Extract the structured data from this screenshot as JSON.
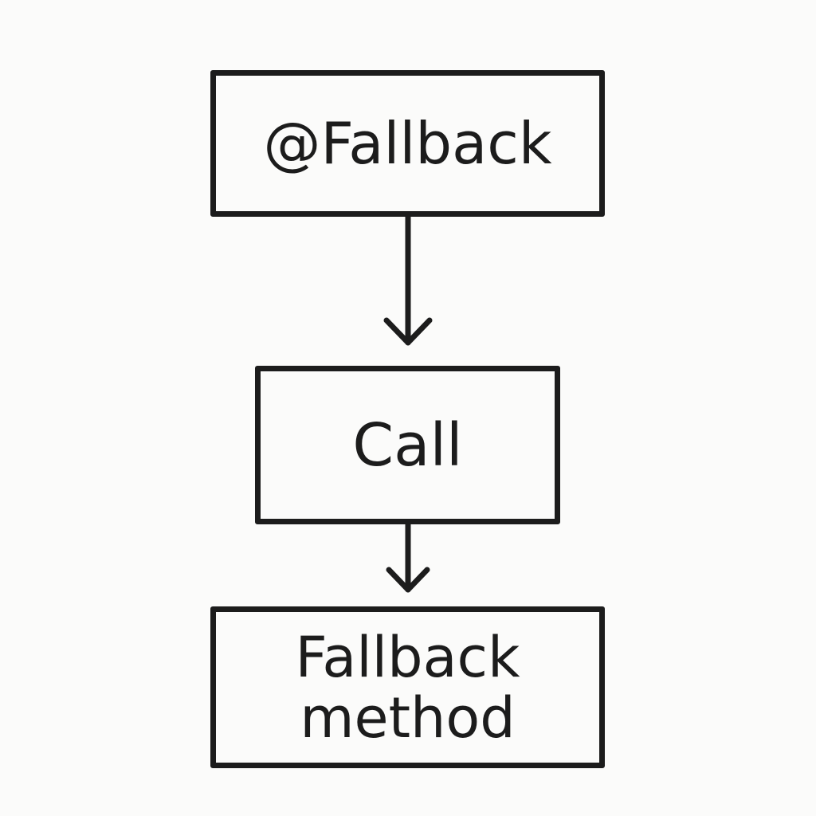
{
  "nodes": [
    {
      "id": "annotation",
      "lines": [
        "@Fallback"
      ]
    },
    {
      "id": "call",
      "lines": [
        "Call"
      ]
    },
    {
      "id": "fallback_method",
      "lines": [
        "Fallback",
        "method"
      ]
    }
  ],
  "edges": [
    {
      "from": "annotation",
      "to": "call"
    },
    {
      "from": "call",
      "to": "fallback_method"
    }
  ],
  "colors": {
    "stroke": "#1c1c1c",
    "background": "#fbfbfa"
  }
}
